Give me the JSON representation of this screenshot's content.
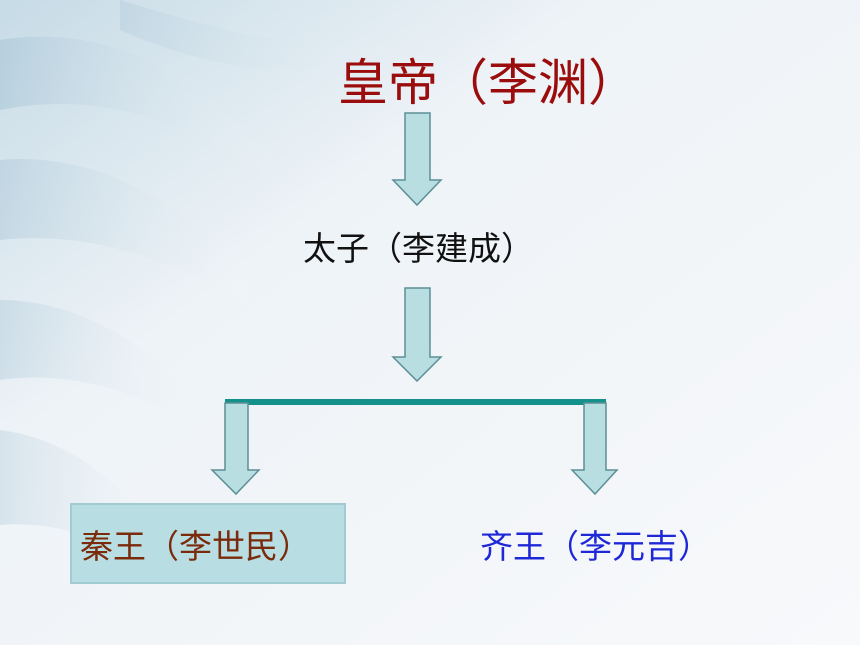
{
  "slide": {
    "nodes": {
      "emperor": "皇帝（李渊）",
      "crown_prince": "太子（李建成）",
      "prince_qin": "秦王（李世民）",
      "prince_qi": "齐王（李元吉）"
    }
  },
  "colors": {
    "emperor_text": "#9b0d0d",
    "crown_text": "#111111",
    "qin_text": "#7a2b0b",
    "qi_text": "#1f28d6",
    "arrow_fill": "#b9dee2",
    "arrow_stroke": "#5c8f95",
    "branch_line": "#15918c",
    "highlight_box": "#b8dde2"
  }
}
